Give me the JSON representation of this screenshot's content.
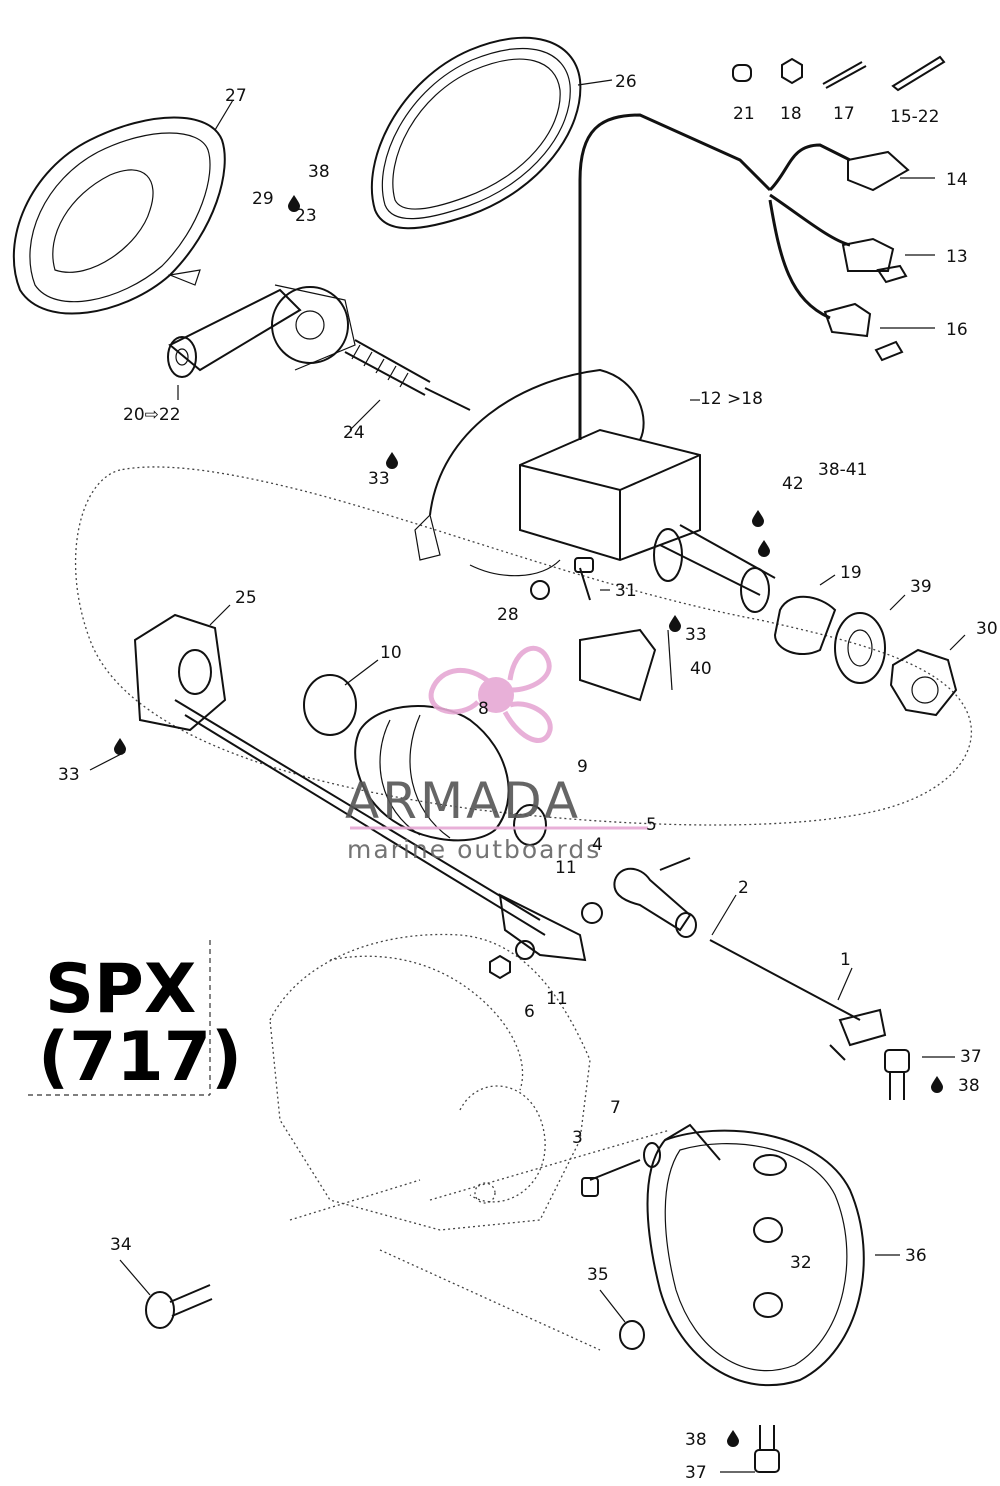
{
  "model": {
    "line1": "SPX",
    "line2": "(717)"
  },
  "watermark": {
    "brand": "ARMADA",
    "tagline": "marine outboards",
    "logo_color": "#e6a8d4"
  },
  "callouts": [
    "1",
    "2",
    "3",
    "4",
    "5",
    "6",
    "7",
    "8",
    "9",
    "10",
    "11",
    "12 >18",
    "13",
    "14",
    "15-22",
    "16",
    "17",
    "18",
    "19",
    "20⇨22",
    "21",
    "23",
    "24",
    "25",
    "26",
    "27",
    "28",
    "29",
    "30",
    "31",
    "32",
    "33",
    "34",
    "35",
    "36",
    "37",
    "38",
    "38-41",
    "39",
    "40",
    "42"
  ],
  "labels": {
    "l1": "1",
    "l2": "2",
    "l3": "3",
    "l4": "4",
    "l5": "5",
    "l6": "6",
    "l7": "7",
    "l8": "8",
    "l9": "9",
    "l10": "10",
    "l11a": "11",
    "l11b": "11",
    "l12": "12 >18",
    "l13": "13",
    "l14": "14",
    "l15": "15-22",
    "l16": "16",
    "l17": "17",
    "l18": "18",
    "l19": "19",
    "l20": "20⇨22",
    "l21": "21",
    "l23": "23",
    "l24": "24",
    "l25": "25",
    "l26": "26",
    "l27": "27",
    "l28": "28",
    "l29": "29",
    "l30": "30",
    "l31": "31",
    "l32": "32",
    "l33a": "33",
    "l33b": "33",
    "l33c": "33",
    "l34": "34",
    "l35": "35",
    "l36": "36",
    "l37a": "37",
    "l37b": "37",
    "l38a": "38",
    "l38b": "38",
    "l38c": "38",
    "l3841": "38-41",
    "l39": "39",
    "l40": "40",
    "l42": "42"
  }
}
